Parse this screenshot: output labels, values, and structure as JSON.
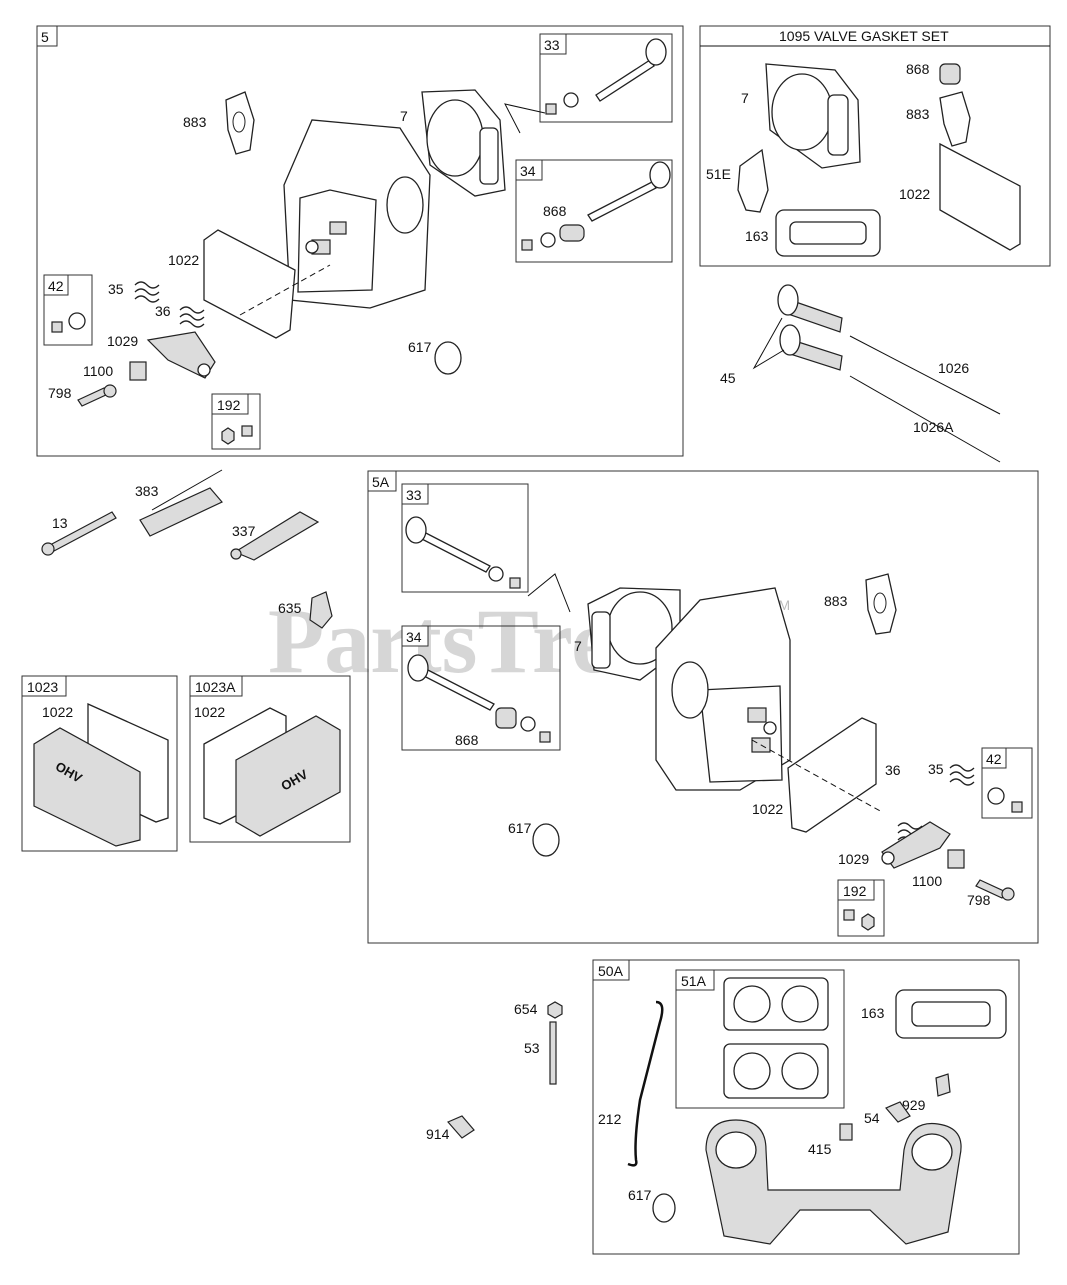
{
  "watermark": {
    "text": "PartsTree",
    "tm": "TM"
  },
  "panels": {
    "p5": {
      "tag": "5"
    },
    "p5a": {
      "tag": "5A"
    },
    "p1095": {
      "title": "1095 VALVE GASKET SET"
    },
    "p1023": {
      "tag": "1023"
    },
    "p1023a": {
      "tag": "1023A"
    },
    "p50a": {
      "tag": "50A"
    }
  },
  "subboxes": {
    "b33_top": "33",
    "b34_top": "34",
    "b42_top": "42",
    "b192_top": "192",
    "b33_5a": "33",
    "b34_5a": "34",
    "b42_5a": "42",
    "b192_5a": "192",
    "b51a": "51A"
  },
  "callouts": {
    "c883_a": "883",
    "c7_a": "7",
    "c1022_a": "1022",
    "c35_a": "35",
    "c36_a": "36",
    "c1029_a": "1029",
    "c1100_a": "1100",
    "c798_a": "798",
    "c617_a": "617",
    "c868_a": "868",
    "c7_g": "7",
    "c868_g": "868",
    "c883_g": "883",
    "c51e_g": "51E",
    "c1022_g": "1022",
    "c163_g": "163",
    "c45": "45",
    "c1026": "1026",
    "c1026a": "1026A",
    "c13": "13",
    "c383": "383",
    "c337": "337",
    "c635": "635",
    "c1022_1023": "1022",
    "c1022_1023a": "1022",
    "c7_b": "7",
    "c868_b": "868",
    "c883_b": "883",
    "c617_b": "617",
    "c1022_b": "1022",
    "c36_b": "36",
    "c35_b": "35",
    "c1029_b": "1029",
    "c1100_b": "1100",
    "c798_b": "798",
    "c654": "654",
    "c53": "53",
    "c914": "914",
    "c212": "212",
    "c163_m": "163",
    "c929": "929",
    "c54": "54",
    "c415": "415",
    "c617_m": "617"
  },
  "cover_text": "OHV"
}
